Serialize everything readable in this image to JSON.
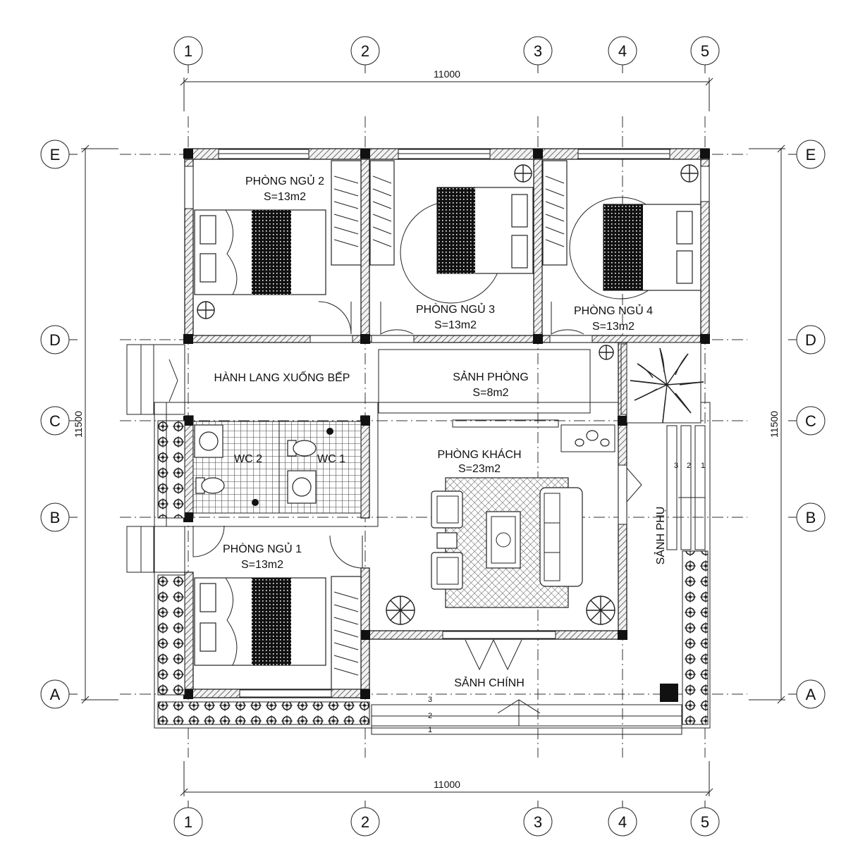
{
  "axes": {
    "vertical": [
      "1",
      "2",
      "3",
      "4",
      "5"
    ],
    "horizontal": [
      "E",
      "D",
      "C",
      "B",
      "A"
    ]
  },
  "dimensions": {
    "top_total": "11000",
    "bottom_total": "11000",
    "left_total": "11500",
    "right_total": "11500"
  },
  "rooms": [
    {
      "key": "bed2",
      "name": "PHÒNG NGỦ 2",
      "area": "S=13m2"
    },
    {
      "key": "bed3",
      "name": "PHÒNG NGỦ 3",
      "area": "S=13m2"
    },
    {
      "key": "bed4",
      "name": "PHÒNG NGỦ 4",
      "area": "S=13m2"
    },
    {
      "key": "corridor",
      "name": "HÀNH LANG XUỐNG BẾP",
      "area": ""
    },
    {
      "key": "hall",
      "name": "SẢNH PHÒNG",
      "area": "S=8m2"
    },
    {
      "key": "wc2",
      "name": "WC 2",
      "area": ""
    },
    {
      "key": "wc1",
      "name": "WC 1",
      "area": ""
    },
    {
      "key": "living",
      "name": "PHÒNG KHÁCH",
      "area": "S=23m2"
    },
    {
      "key": "bed1",
      "name": "PHÒNG NGỦ 1",
      "area": "S=13m2"
    },
    {
      "key": "main_lobby",
      "name": "SẢNH CHÍNH",
      "area": ""
    },
    {
      "key": "side_lobby",
      "name": "SẢNH PHỤ",
      "area": ""
    }
  ],
  "stairs": {
    "main_steps": [
      "3",
      "2",
      "1"
    ],
    "side_steps": [
      "3",
      "2",
      "1"
    ]
  },
  "colors": {
    "line": "#111111",
    "background": "#ffffff"
  }
}
